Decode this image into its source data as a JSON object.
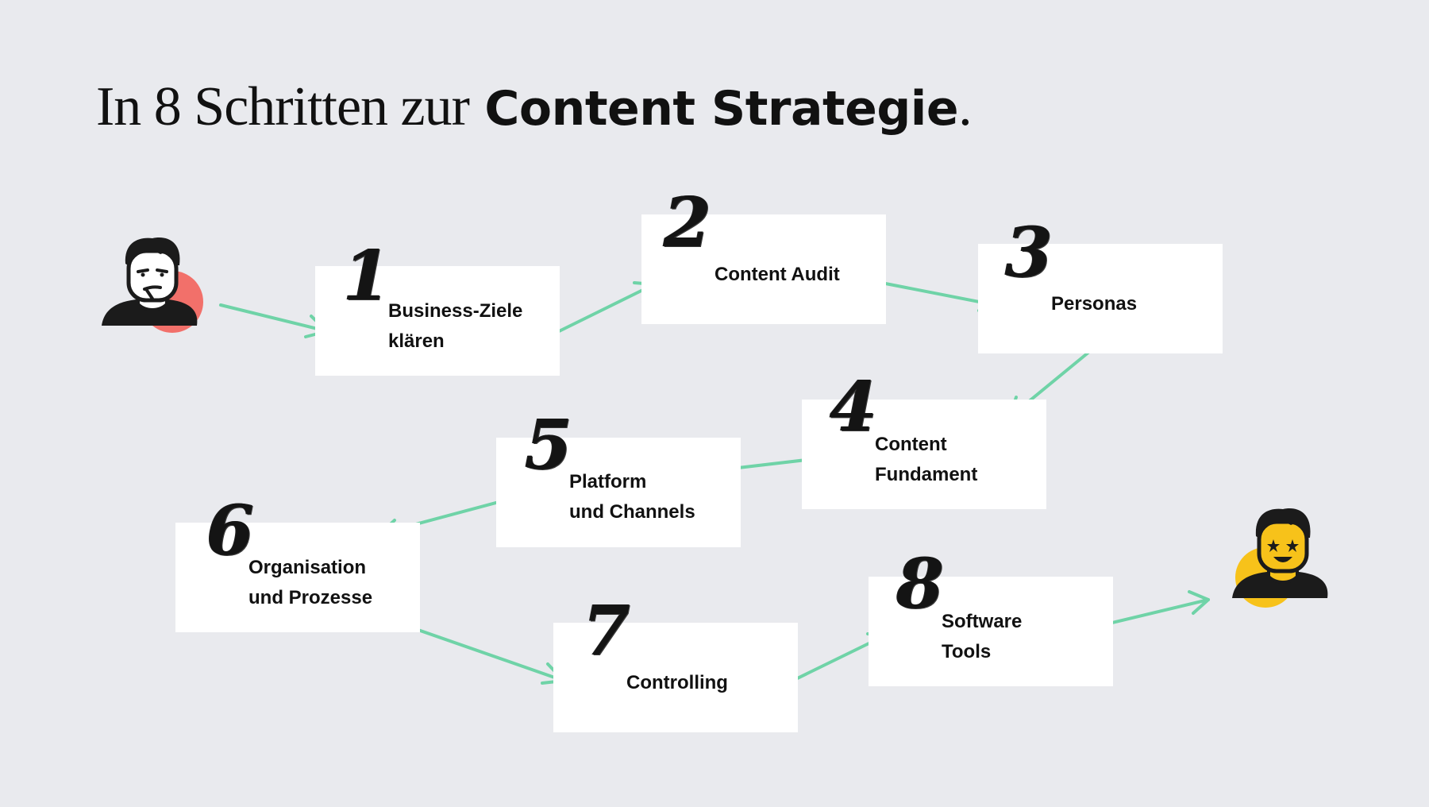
{
  "title": {
    "light": "In 8 Schritten zur",
    "bold": "Content Strategie",
    "dot": "."
  },
  "steps": [
    {
      "number": "1",
      "label": "Business-Ziele\nklären"
    },
    {
      "number": "2",
      "label": "Content Audit"
    },
    {
      "number": "3",
      "label": "Personas"
    },
    {
      "number": "4",
      "label": "Content\nFundament"
    },
    {
      "number": "5",
      "label": "Platform\nund Channels"
    },
    {
      "number": "6",
      "label": "Organisation\nund Prozesse"
    },
    {
      "number": "7",
      "label": "Controlling"
    },
    {
      "number": "8",
      "label": "Software\nTools"
    }
  ],
  "colors": {
    "arrow": "#6fd3a7",
    "start_circle": "#f2706a",
    "end_circle": "#f7c21a",
    "box": "#ffffff",
    "background": "#e9eaee"
  },
  "icons": {
    "start": "thinking-person-icon",
    "end": "happy-person-icon"
  }
}
